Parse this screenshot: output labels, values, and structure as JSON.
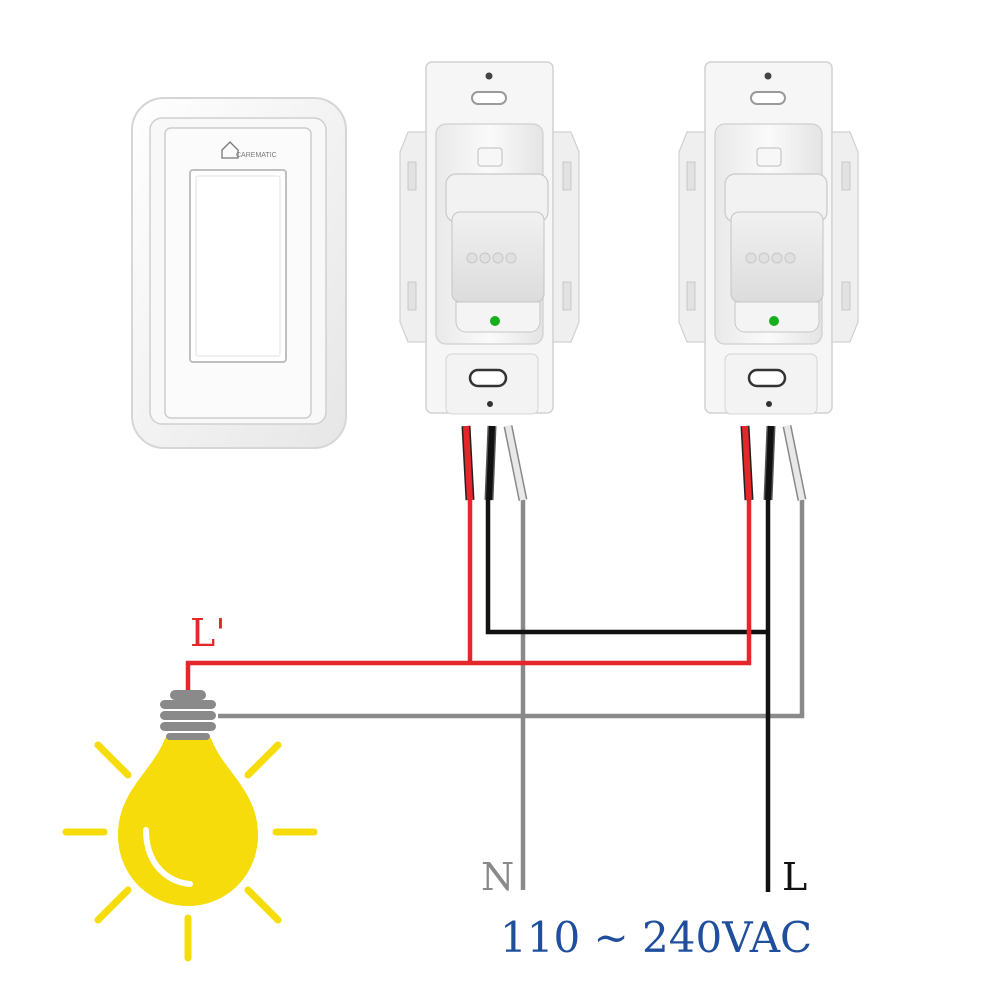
{
  "diagram": {
    "labels": {
      "load": "L'",
      "neutral": "N",
      "line": "L",
      "voltage": "110 ~ 240VAC"
    },
    "brand_text": "CAREMATIC",
    "colors": {
      "load_wire": "#e5262a",
      "line_wire": "#111111",
      "neutral_wire": "#8a8a8a",
      "voltage_text": "#1f4e9c",
      "bulb": "#f5dc0a",
      "indicator_led": "#16b01c",
      "device_body": "#f4f4f4"
    }
  }
}
